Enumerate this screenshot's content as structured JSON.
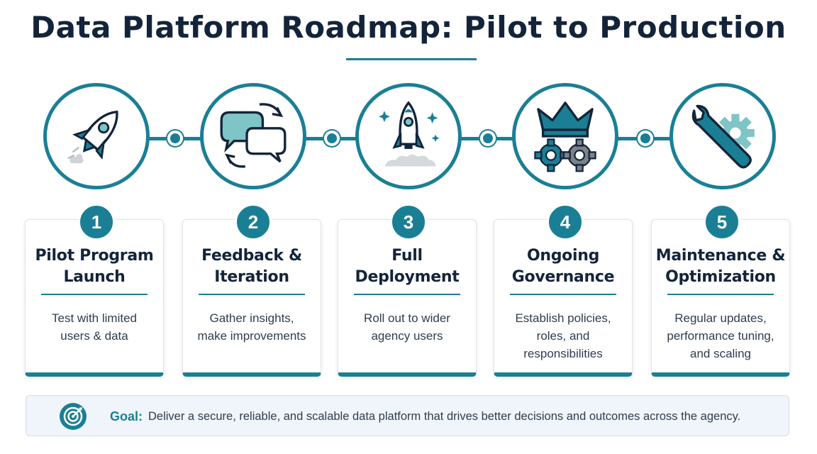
{
  "title": "Data Platform Roadmap: Pilot to Production",
  "colors": {
    "accent": "#1a7f95",
    "title": "#13243a",
    "text": "#2f3d4d",
    "gear_gray": "#7b8288",
    "teal_light": "#7fc4c7"
  },
  "steps": [
    {
      "number": "1",
      "title_line1": "Pilot Program",
      "title_line2": "Launch",
      "desc_line1": "Test with limited",
      "desc_line2": "users & data",
      "desc_line3": "",
      "icon": "rocket-launch-icon"
    },
    {
      "number": "2",
      "title_line1": "Feedback &",
      "title_line2": "Iteration",
      "desc_line1": "Gather insights,",
      "desc_line2": "make improvements",
      "desc_line3": "",
      "icon": "feedback-bubbles-icon"
    },
    {
      "number": "3",
      "title_line1": "Full",
      "title_line2": "Deployment",
      "desc_line1": "Roll out to wider",
      "desc_line2": "agency users",
      "desc_line3": "",
      "icon": "rocket-liftoff-icon"
    },
    {
      "number": "4",
      "title_line1": "Ongoing",
      "title_line2": "Governance",
      "desc_line1": "Establish policies,",
      "desc_line2": "roles, and",
      "desc_line3": "responsibilities",
      "icon": "crown-gears-icon"
    },
    {
      "number": "5",
      "title_line1": "Maintenance &",
      "title_line2": "Optimization",
      "desc_line1": "Regular updates,",
      "desc_line2": "performance tuning,",
      "desc_line3": "and scaling",
      "icon": "wrench-gear-icon"
    }
  ],
  "goal": {
    "label": "Goal:",
    "text": "Deliver a secure, reliable, and scalable data platform that drives better decisions and outcomes across the agency.",
    "icon": "target-icon"
  }
}
